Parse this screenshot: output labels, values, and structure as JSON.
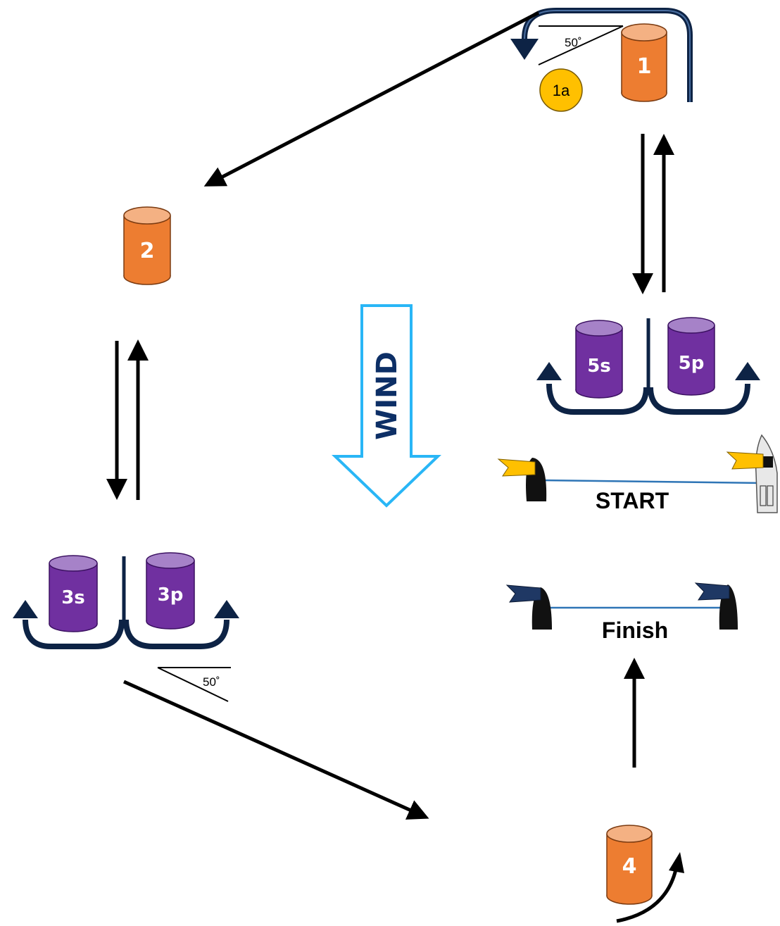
{
  "marks": {
    "m1": "1",
    "m1a": "1a",
    "m2": "2",
    "m3s": "3s",
    "m3p": "3p",
    "m4": "4",
    "m5s": "5s",
    "m5p": "5p"
  },
  "angles": {
    "top": "50˚",
    "bottom": "50˚"
  },
  "wind_label": "WIND",
  "start_label": "START",
  "finish_label": "Finish",
  "colors": {
    "orange_mark": "#ed7d31",
    "orange_top": "#f4b183",
    "purple_mark": "#7030a0",
    "purple_top": "#a682c8",
    "yellow_mark": "#ffc000",
    "navy": "#0d2345",
    "wind_outline": "#29b6f6",
    "line_blue": "#2e75b6",
    "yellow_flag": "#ffc000",
    "navy_flag": "#1f3864"
  },
  "icons": [
    "arrow-icon",
    "flag-icon",
    "boat-icon",
    "buoy-icon"
  ]
}
